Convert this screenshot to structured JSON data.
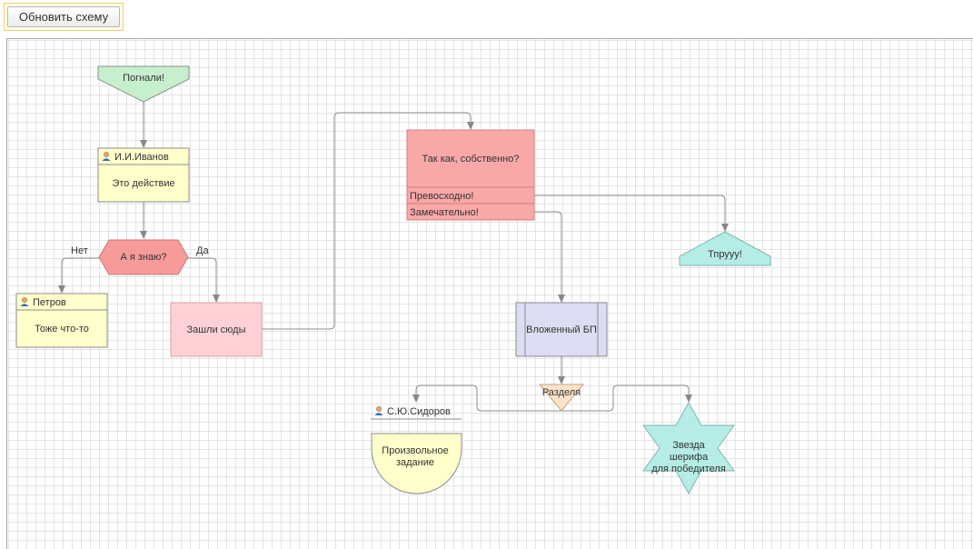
{
  "toolbar": {
    "refresh_label": "Обновить схему"
  },
  "nodes": {
    "start": {
      "label": "Погнали!"
    },
    "action1": {
      "user": "И.И.Иванов",
      "label": "Это действие"
    },
    "decision": {
      "label": "А я знаю?",
      "no_label": "Нет",
      "yes_label": "Да"
    },
    "task_petrov": {
      "user": "Петров",
      "label": "Тоже что-то"
    },
    "entered": {
      "label": "Зашли сюды"
    },
    "question": {
      "label": "Так как, собственно?",
      "option1": "Превосходно!",
      "option2": "Замечательно!"
    },
    "end": {
      "label": "Тпруyy!"
    },
    "subprocess": {
      "label": "Вложенный БП"
    },
    "split": {
      "label": "Разделя"
    },
    "task_sidorov": {
      "user": "С.Ю.Сидоров",
      "line1": "Произвольное",
      "line2": "задание"
    },
    "star": {
      "line1": "Звезда",
      "line2": "шерифа",
      "line3": "для победителя"
    }
  },
  "colors": {
    "start_fill": "#c6efce",
    "task_fill": "#ffffcc",
    "decision_fill": "#f79a9a",
    "entered_fill": "#ffd1d6",
    "question_fill": "#f9a8a8",
    "end_fill": "#b6ece6",
    "subprocess_fill": "#dcdcf2",
    "split_fill": "#fde3c9",
    "star_fill": "#b6ece6"
  }
}
